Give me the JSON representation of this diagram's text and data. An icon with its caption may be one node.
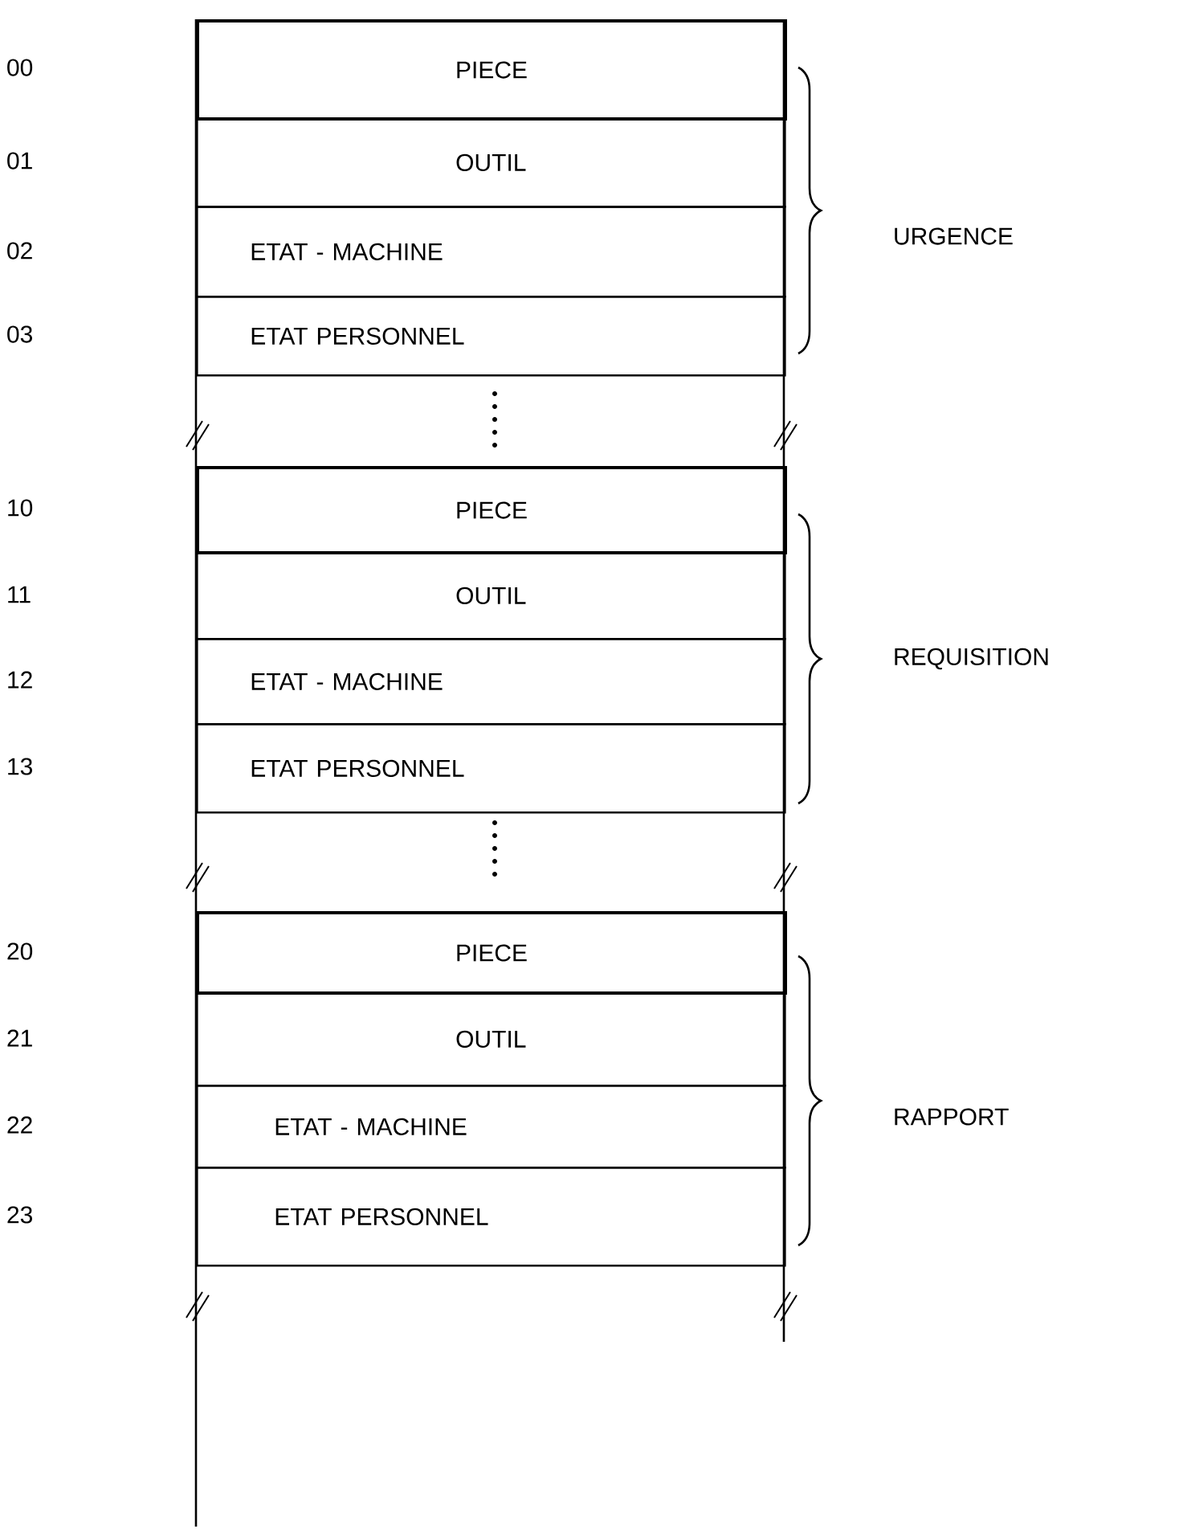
{
  "diagram": {
    "nodes": [
      {
        "text": [
          "PIECE"
        ]
      },
      {
        "text": [
          "OUTIL"
        ]
      },
      {
        "text": [
          "ETAT - MACHINE"
        ]
      },
      {
        "text": [
          "ETAT PERSONNEL"
        ]
      },
      {
        "text": [
          "PIECE"
        ]
      },
      {
        "text": [
          "OUTIL"
        ]
      },
      {
        "text": [
          "ETAT - MACHINE"
        ]
      },
      {
        "text": [
          "ETAT PERSONNEL"
        ]
      },
      {
        "text": [
          "PIECE"
        ]
      },
      {
        "text": [
          "OUTIL"
        ]
      },
      {
        "text": [
          "ETAT - MACHINE"
        ]
      },
      {
        "text": [
          "ETAT PERSONNEL"
        ]
      }
    ],
    "labels": [
      "00",
      "01",
      "02",
      "URGENCE",
      "03",
      "10",
      "11",
      "12",
      "REQUISITION",
      "13",
      "20",
      "21",
      "22",
      "RAPPORT",
      "23"
    ]
  }
}
